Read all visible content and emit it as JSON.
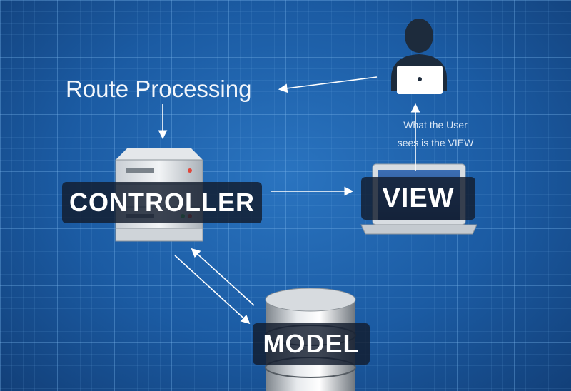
{
  "labels": {
    "route": "Route Processing",
    "controller": "CONTROLLER",
    "view": "VIEW",
    "model": "MODEL",
    "user_note_line1": "What the User",
    "user_note_line2": "sees is the VIEW"
  },
  "icons": [
    "user-at-laptop-icon",
    "server-rack-icon",
    "laptop-icon",
    "database-icon"
  ],
  "colors": {
    "background": "#1b5ba3",
    "grid": "#78b4eb",
    "label_box": "#121c2d",
    "text": "#ffffff"
  }
}
